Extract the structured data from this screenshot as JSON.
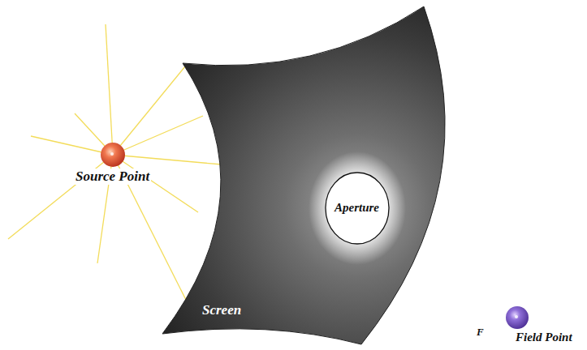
{
  "diagram": {
    "nodes": [
      {
        "text": [
          "Source Point"
        ]
      },
      {
        "text": [
          "Screen"
        ]
      },
      {
        "text": [
          "Aperture"
        ],
        "in": 1
      },
      {
        "text": [
          "Field Point"
        ]
      }
    ],
    "labels": [
      "F"
    ]
  }
}
